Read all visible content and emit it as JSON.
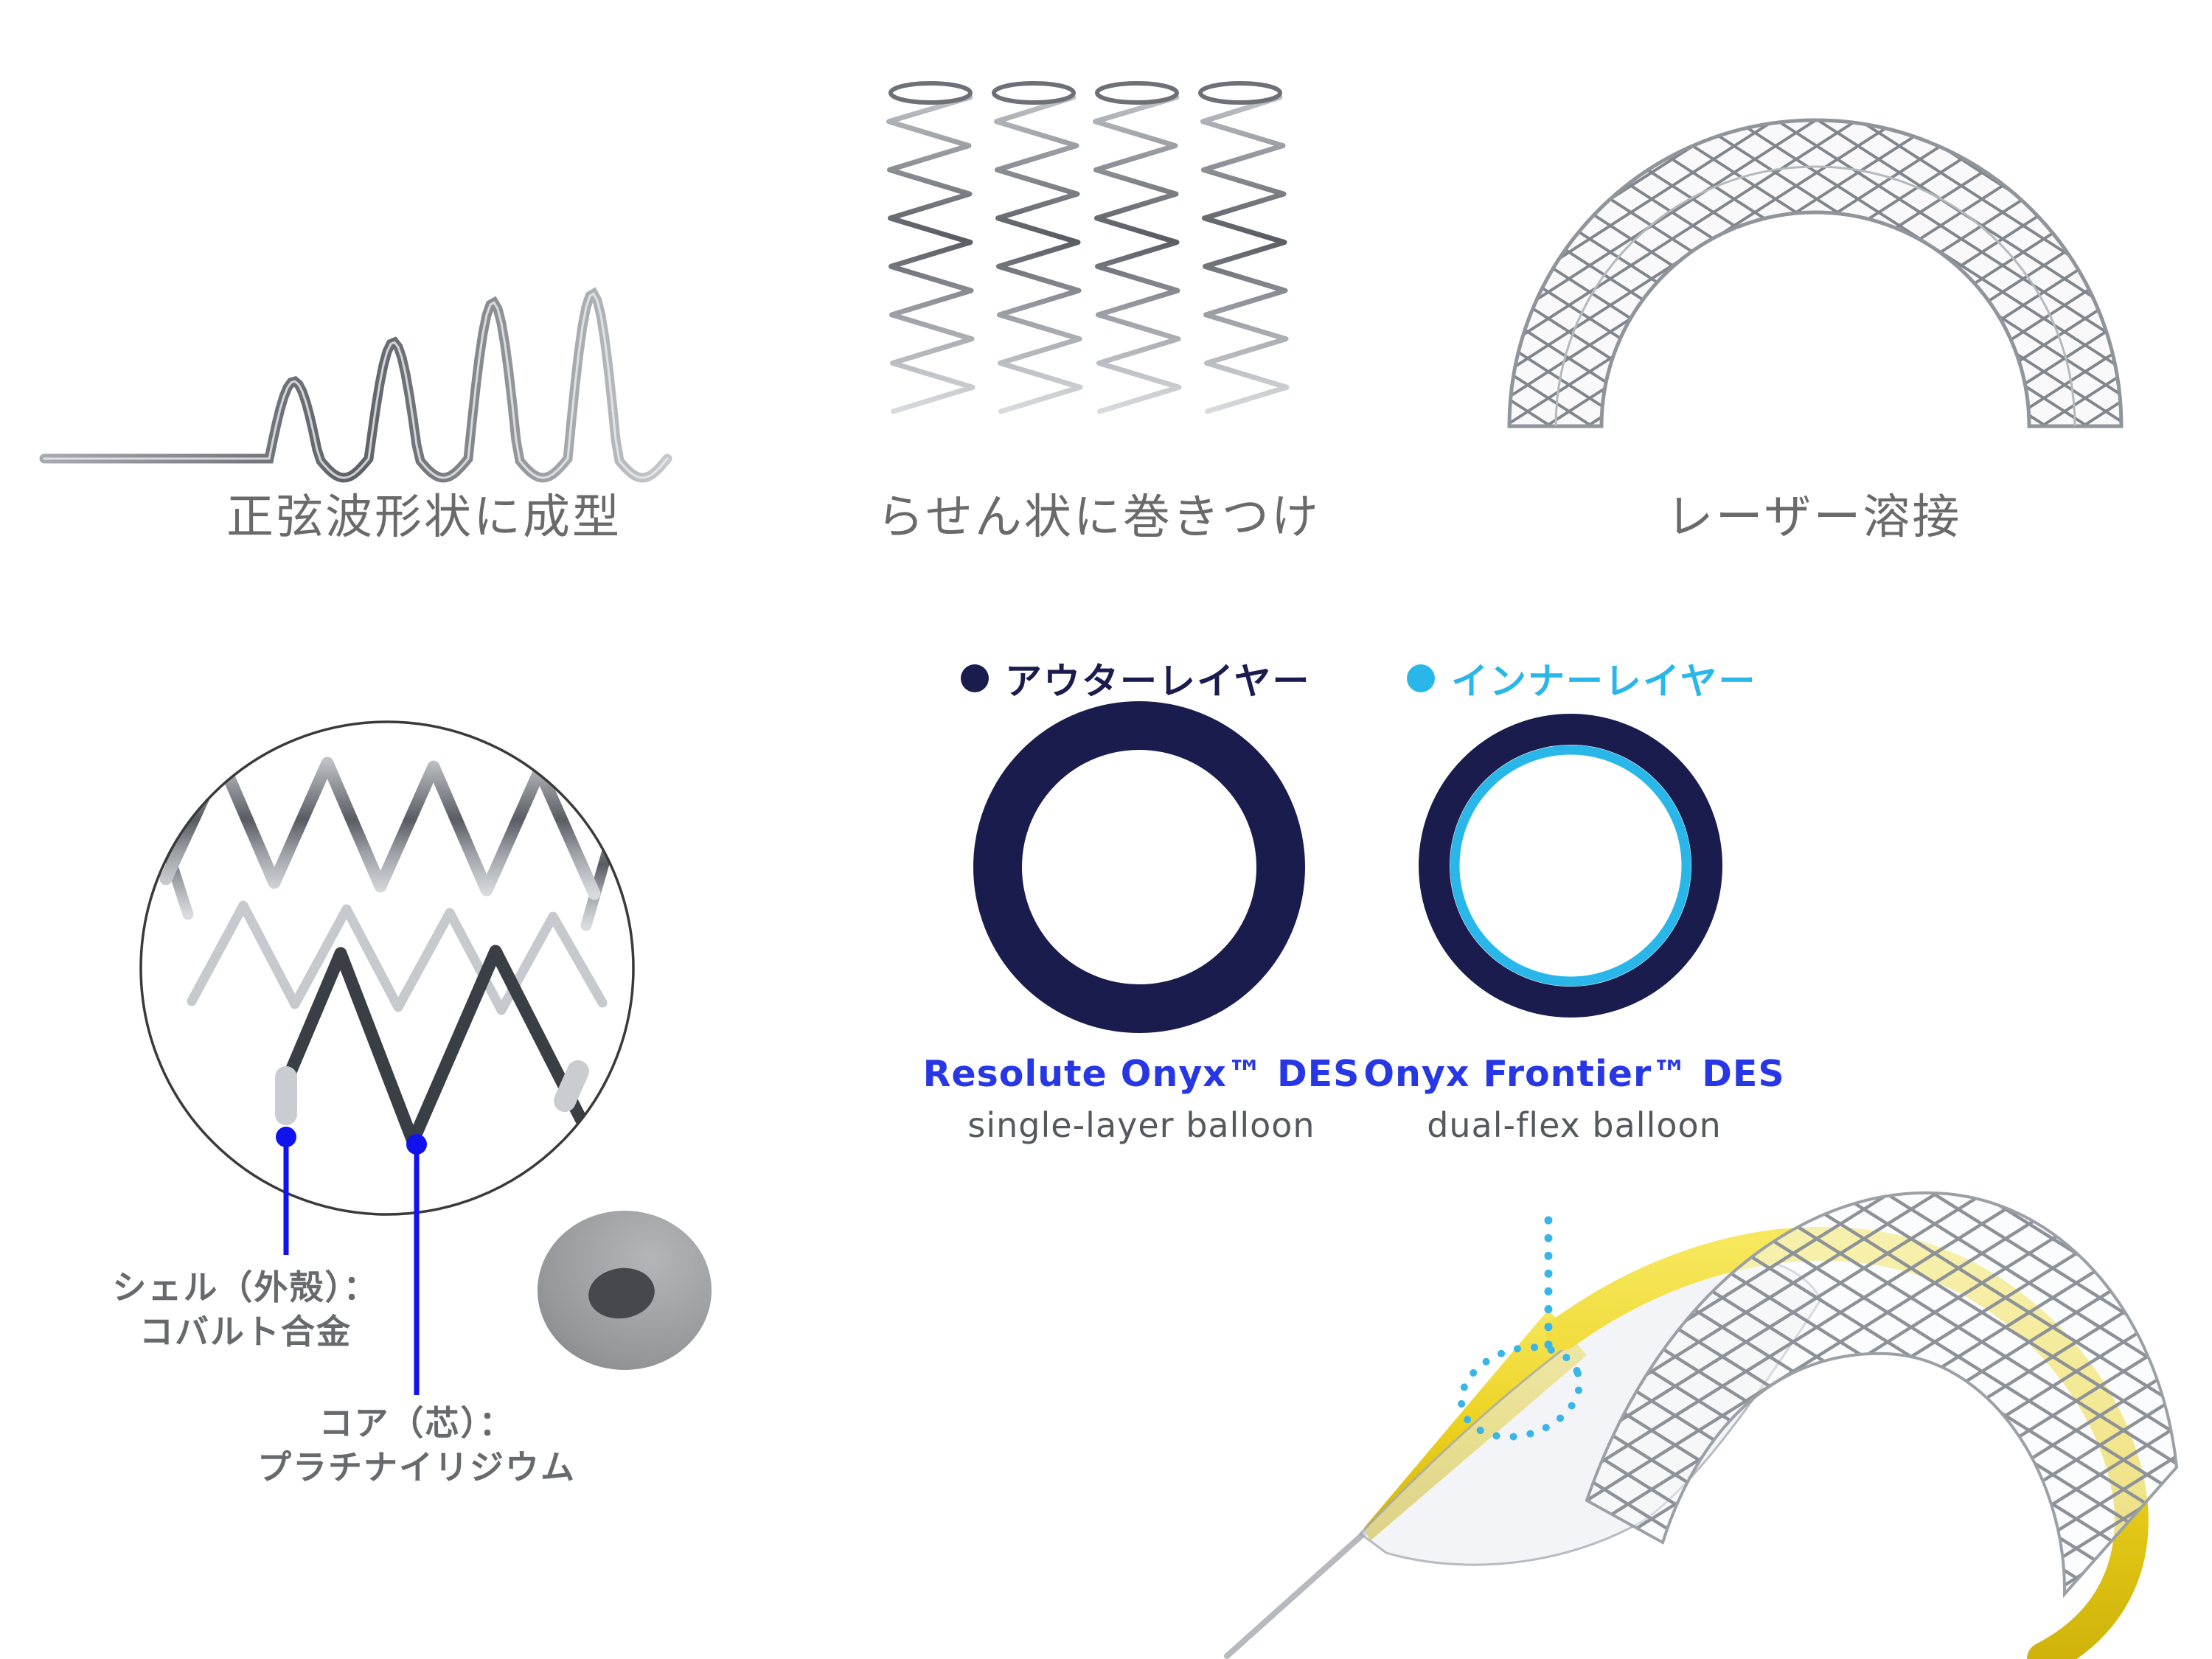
{
  "steps": [
    {
      "label": "正弦波形状に成型"
    },
    {
      "label": "らせん状に巻きつけ"
    },
    {
      "label": "レーザー溶接"
    }
  ],
  "legend": {
    "outer": "アウターレイヤー",
    "inner": "インナーレイヤー"
  },
  "products": [
    {
      "name": "Resolute Onyx™ DES",
      "balloon": "single-layer balloon"
    },
    {
      "name": "Onyx Frontier™ DES",
      "balloon": "dual-flex balloon"
    }
  ],
  "wire_callouts": {
    "shell_line1": "シェル（外殻）：",
    "shell_line2": "コバルト合金",
    "core_line1": "コア（芯）：",
    "core_line2": "プラチナイリジウム"
  },
  "colors": {
    "navy": "#1b1c4e",
    "cyan": "#29b7ea",
    "product_blue": "#2737e6",
    "callout_blue": "#1113ee",
    "step_label_grey": "#6a6a6a",
    "balloon_grey": "#55585c",
    "dark_wire": "#3a3e45",
    "catheter_yellow": "#ecd21e",
    "annotation_cyan": "#3ab5e8"
  }
}
